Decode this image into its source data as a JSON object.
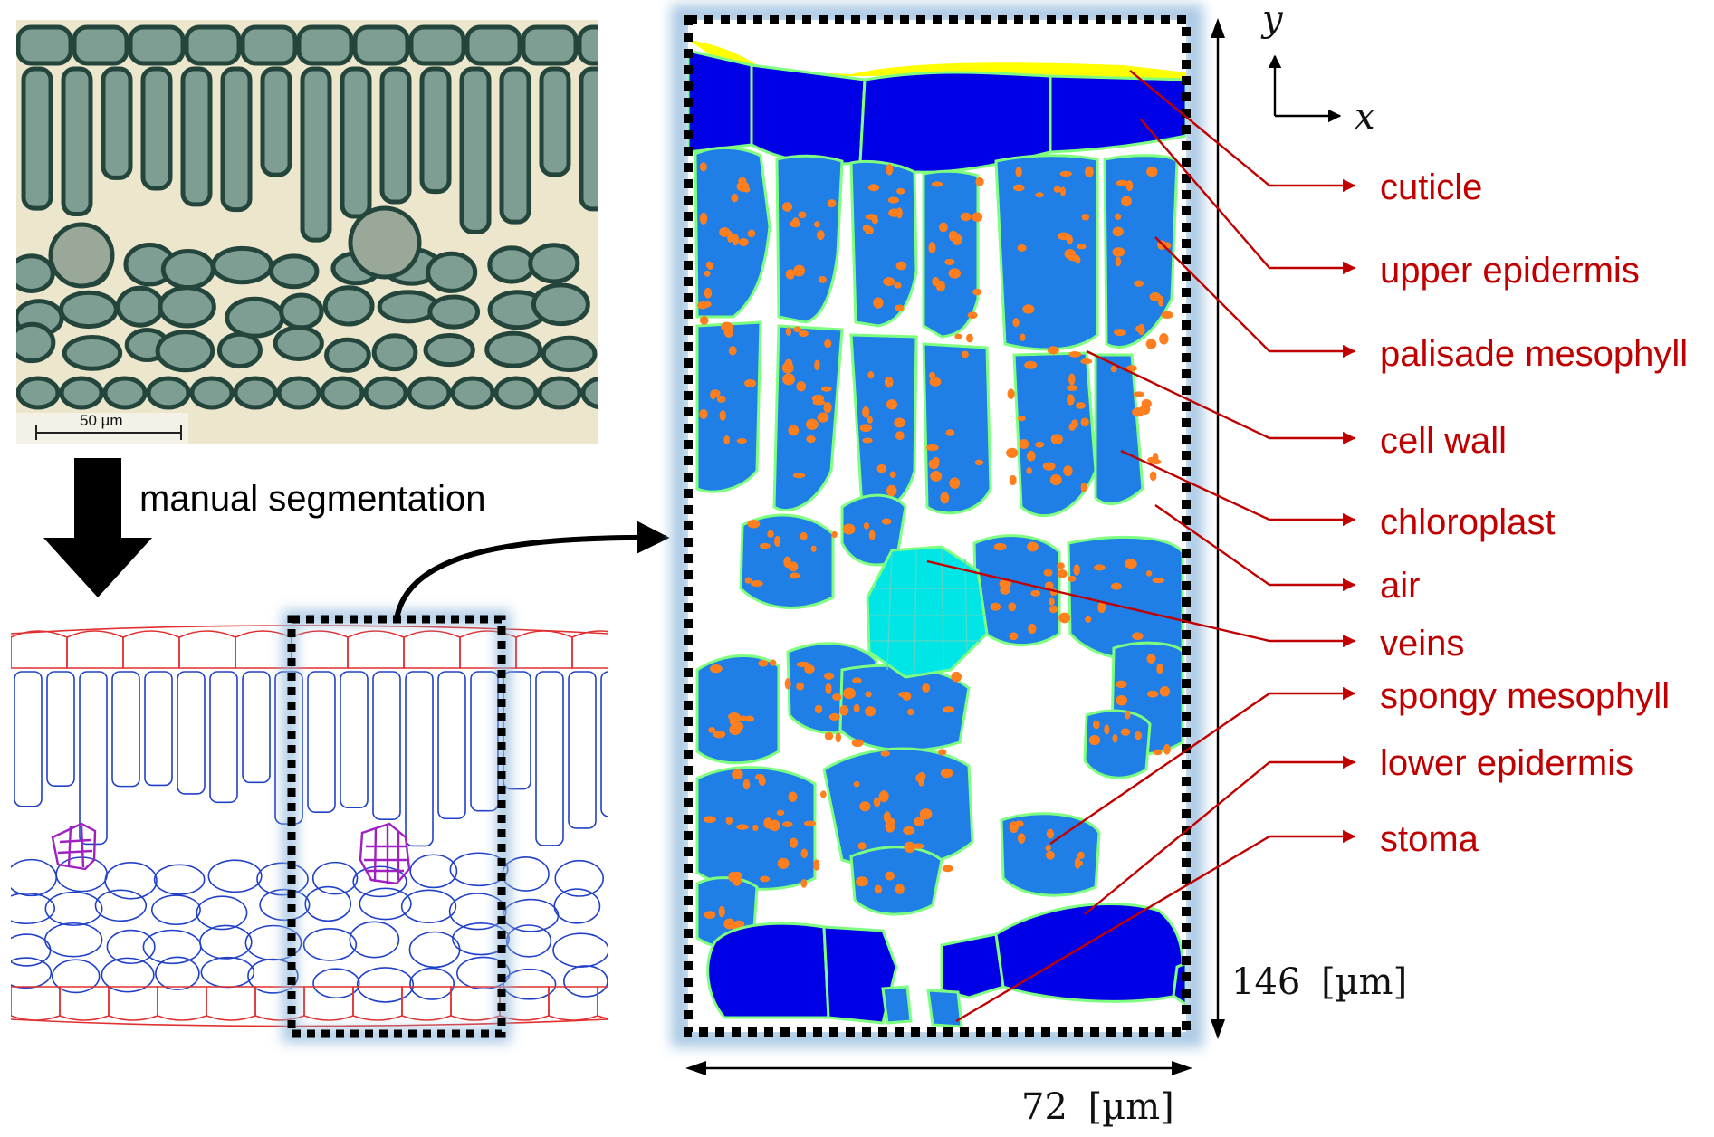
{
  "micrograph": {
    "scale_bar_label": "50 µm"
  },
  "process": {
    "label": "manual segmentation"
  },
  "axes": {
    "y_label": "y",
    "x_label": "x"
  },
  "dimensions": {
    "width": "72",
    "height": "146",
    "unit": "[µm]"
  },
  "labels": [
    "cuticle",
    "upper epidermis",
    "palisade mesophyll",
    "cell wall",
    "chloroplast",
    "air",
    "veins",
    "spongy mesophyll",
    "lower epidermis",
    "stoma"
  ],
  "colors": {
    "cuticle": "#ffff00",
    "epidermis": "#0000e6",
    "mesophyll": "#1f7fe6",
    "chloroplast": "#ff7f1f",
    "cell_wall": "#7fff7f",
    "vein": "#00e6e6",
    "label_red": "#c00000",
    "outline_red": "#e03030",
    "outline_blue": "#2040c8",
    "outline_purple": "#a020c0"
  }
}
